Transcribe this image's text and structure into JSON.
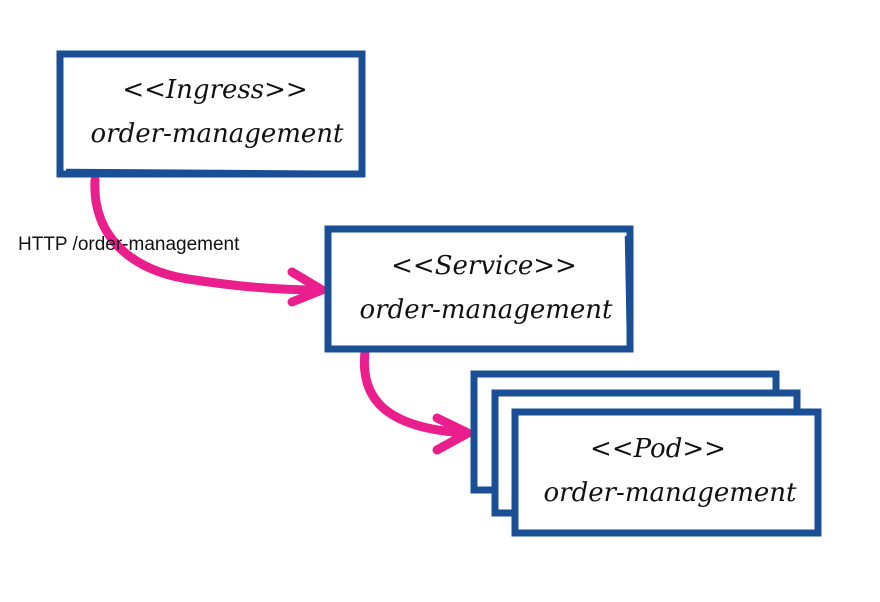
{
  "nodes": {
    "ingress": {
      "stereotype": "<<Ingress>>",
      "name": "order-management"
    },
    "service": {
      "stereotype": "<<Service>>",
      "name": "order-management"
    },
    "pod": {
      "stereotype": "<<Pod>>",
      "name": "order-management"
    }
  },
  "edges": {
    "ingress_to_service": {
      "label": "HTTP /order-management"
    },
    "service_to_pod": {
      "label": ""
    }
  },
  "colors": {
    "box_stroke": "#1a4f96",
    "arrow": "#ea1e8c",
    "text": "#111111"
  }
}
